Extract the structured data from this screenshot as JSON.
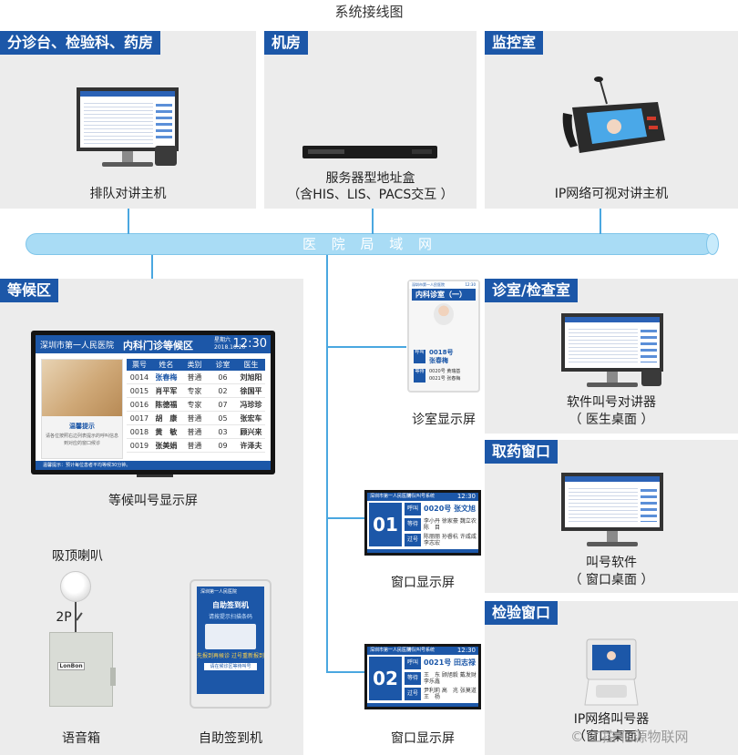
{
  "title": "系统接线图",
  "panels": {
    "triage": "分诊台、检验科、药房",
    "server_room": "机房",
    "monitor_room": "监控室",
    "waiting_area": "等候区",
    "consult_room": "诊室/检查室",
    "pharmacy": "取药窗口",
    "lab_window": "检验窗口"
  },
  "network": {
    "label": "医 院 局 域 网"
  },
  "captions": {
    "queue_host": "排队对讲主机",
    "server_line1": "服务器型地址盒",
    "server_line2": "（含HIS、LIS、PACS交互 ）",
    "ip_video_host": "IP网络可视对讲主机",
    "waiting_display": "等候叫号显示屏",
    "clinic_display": "诊室显示屏",
    "window_display_1": "窗口显示屏",
    "window_display_2": "窗口显示屏",
    "soft_call_line1": "软件叫号对讲器",
    "soft_call_line2": "（ 医生桌面 ）",
    "call_soft_line1": "叫号软件",
    "call_soft_line2": "（ 窗口桌面 ）",
    "ip_caller_line1": "IP网络叫号器",
    "ip_caller_line2": "（窗口桌面）",
    "ceiling_speaker": "吸顶喇叭",
    "wire": "2P",
    "voice_box": "语音箱",
    "kiosk": "自助签到机"
  },
  "waiting_screen": {
    "hospital": "深圳市第一人民医院",
    "room": "内科门诊等候区",
    "week": "星期六",
    "date": "2018.10.20",
    "time": "12:30",
    "tip_title": "温馨提示",
    "tip_text": "请各位按照右边列表提示的呼叫信息到对应的窗口候诊",
    "footer": "温馨提示：预计每位患者平均等候30分钟。",
    "headers": [
      "票号",
      "姓名",
      "类别",
      "诊室",
      "医生"
    ],
    "rows": [
      [
        "0014",
        "张春梅",
        "普通",
        "06",
        "刘旭阳"
      ],
      [
        "0015",
        "肖平军",
        "专家",
        "02",
        "徐国平"
      ],
      [
        "0016",
        "陈德福",
        "专家",
        "07",
        "冯珍珍"
      ],
      [
        "0017",
        "胡　康",
        "普通",
        "05",
        "张宏车"
      ],
      [
        "0018",
        "黄　敏",
        "普通",
        "03",
        "顾兴来"
      ],
      [
        "0019",
        "张美娟",
        "普通",
        "09",
        "许泽夫"
      ]
    ]
  },
  "clinic_screen": {
    "hospital": "深圳市第一人民医院",
    "time": "12:30",
    "room": "内科诊室（一）",
    "call_label": "呼叫",
    "call_number": "0018号",
    "call_name": "张春梅",
    "wait_label": "等待",
    "wait_1": "0020号  黄瑞基",
    "wait_2": "0021号  张春梅"
  },
  "window_screen_1": {
    "hospital": "深圳市第一人民医院",
    "system": "排队叫号系统",
    "time": "12:30",
    "number": "01",
    "call_label": "呼叫",
    "call_value": "0020号  张文旭",
    "wait_label": "等待",
    "wait_value": "李小丹  徐家豪  魏立农  陈　目",
    "skip_label": "过号",
    "skip_value": "陈丽丽  孙睿杭  许咸咸  李志宏"
  },
  "window_screen_2": {
    "hospital": "深圳市第一人民医院",
    "system": "排队叫号系统",
    "time": "12:30",
    "number": "02",
    "call_label": "呼叫",
    "call_value": "0021号  田志禄",
    "wait_label": "等待",
    "wait_value": "王　东  顾旭毅  戴发财  李乐鑫",
    "skip_label": "过号",
    "skip_value": "尹利莉  高　兆  张莫道  王　杨"
  },
  "kiosk_screen": {
    "hospital": "深圳第一人民医院",
    "title": "自助签到机",
    "subtitle": "请按提示扫描条码",
    "hint": "先报到再候诊 过号重新报到",
    "button": "请在候诊区等待叫号"
  },
  "voice_box_brand": "LonBon",
  "watermark": "©  工控  亿源物联网"
}
